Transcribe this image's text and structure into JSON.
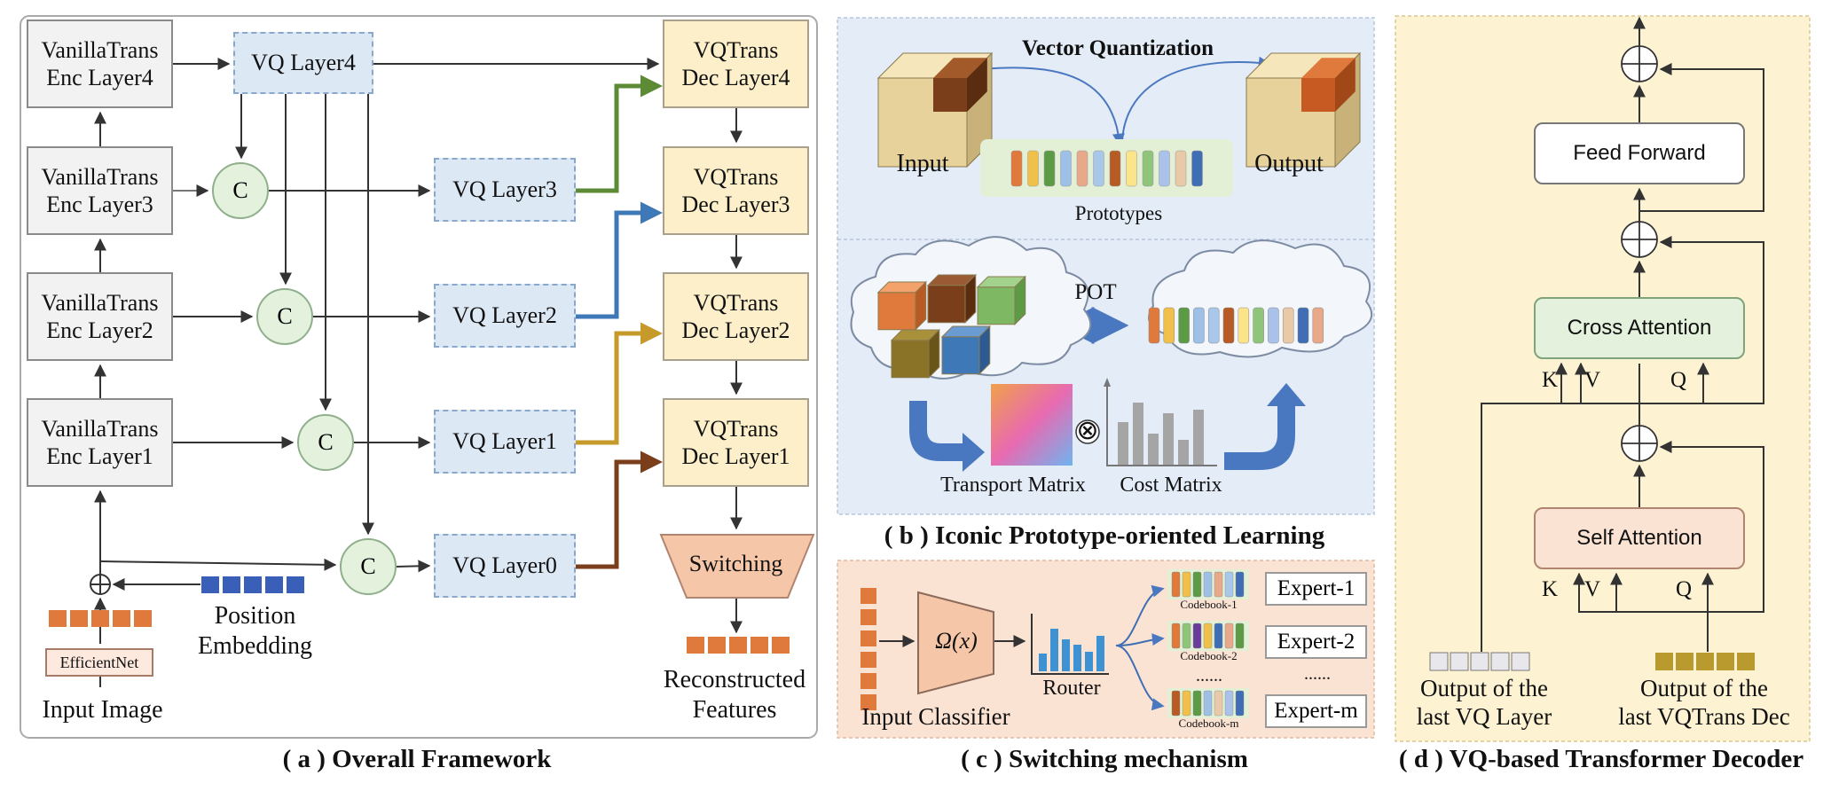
{
  "panel_a": {
    "caption": "( a ) Overall Framework",
    "encoders": [
      "VanillaTrans\nEnc Layer4",
      "VanillaTrans\nEnc Layer3",
      "VanillaTrans\nEnc Layer2",
      "VanillaTrans\nEnc Layer1"
    ],
    "vq_layers": [
      "VQ Layer4",
      "VQ Layer3",
      "VQ Layer2",
      "VQ Layer1",
      "VQ Layer0"
    ],
    "decoders": [
      "VQTrans\nDec Layer4",
      "VQTrans\nDec Layer3",
      "VQTrans\nDec Layer2",
      "VQTrans\nDec Layer1"
    ],
    "concat_symbol": "C",
    "switching": "Switching",
    "efficientnet": "EfficientNet",
    "input_image": "Input Image",
    "position_embedding": "Position\nEmbedding",
    "reconstructed": "Reconstructed\nFeatures"
  },
  "panel_b": {
    "caption": "( b ) Iconic Prototype-oriented Learning",
    "title": "Vector Quantization",
    "input": "Input",
    "output": "Output",
    "prototypes": "Prototypes",
    "pot": "POT",
    "transport_matrix": "Transport Matrix",
    "cost_matrix": "Cost Matrix",
    "otimes": "⊗"
  },
  "panel_c": {
    "caption": "( c ) Switching mechanism",
    "omega": "Ω(x)",
    "input_classifier": "Input Classifier",
    "router": "Router",
    "codebooks": [
      "Codebook-1",
      "Codebook-2",
      "Codebook-m"
    ],
    "dots": "......",
    "experts": [
      "Expert-1",
      "Expert-2",
      "Expert-m"
    ]
  },
  "panel_d": {
    "caption": "( d ) VQ-based Transformer Decoder",
    "feed_forward": "Feed Forward",
    "cross_attention": "Cross Attention",
    "self_attention": "Self Attention",
    "k": "K",
    "v": "V",
    "q": "Q",
    "output_vq": "Output of the\nlast VQ Layer",
    "output_dec": "Output of the\nlast VQTrans Dec"
  },
  "colors": {
    "encoder_fill": "#f2f2f2",
    "vq_fill": "#dde8f5",
    "decoder_fill": "#fcefc9",
    "concat_fill": "#e3f1dd",
    "arrow_vq3": "#5d8a35",
    "arrow_vq2": "#3f78b6",
    "arrow_vq1": "#c59a2b",
    "arrow_vq0": "#7b3e1a",
    "token_orange": "#e07a3c",
    "token_blue": "#3a5fb8",
    "panel_b_bg": "#e3ecf7",
    "panel_c_bg": "#fbe3d4",
    "panel_d_bg": "#fdf3d3"
  }
}
